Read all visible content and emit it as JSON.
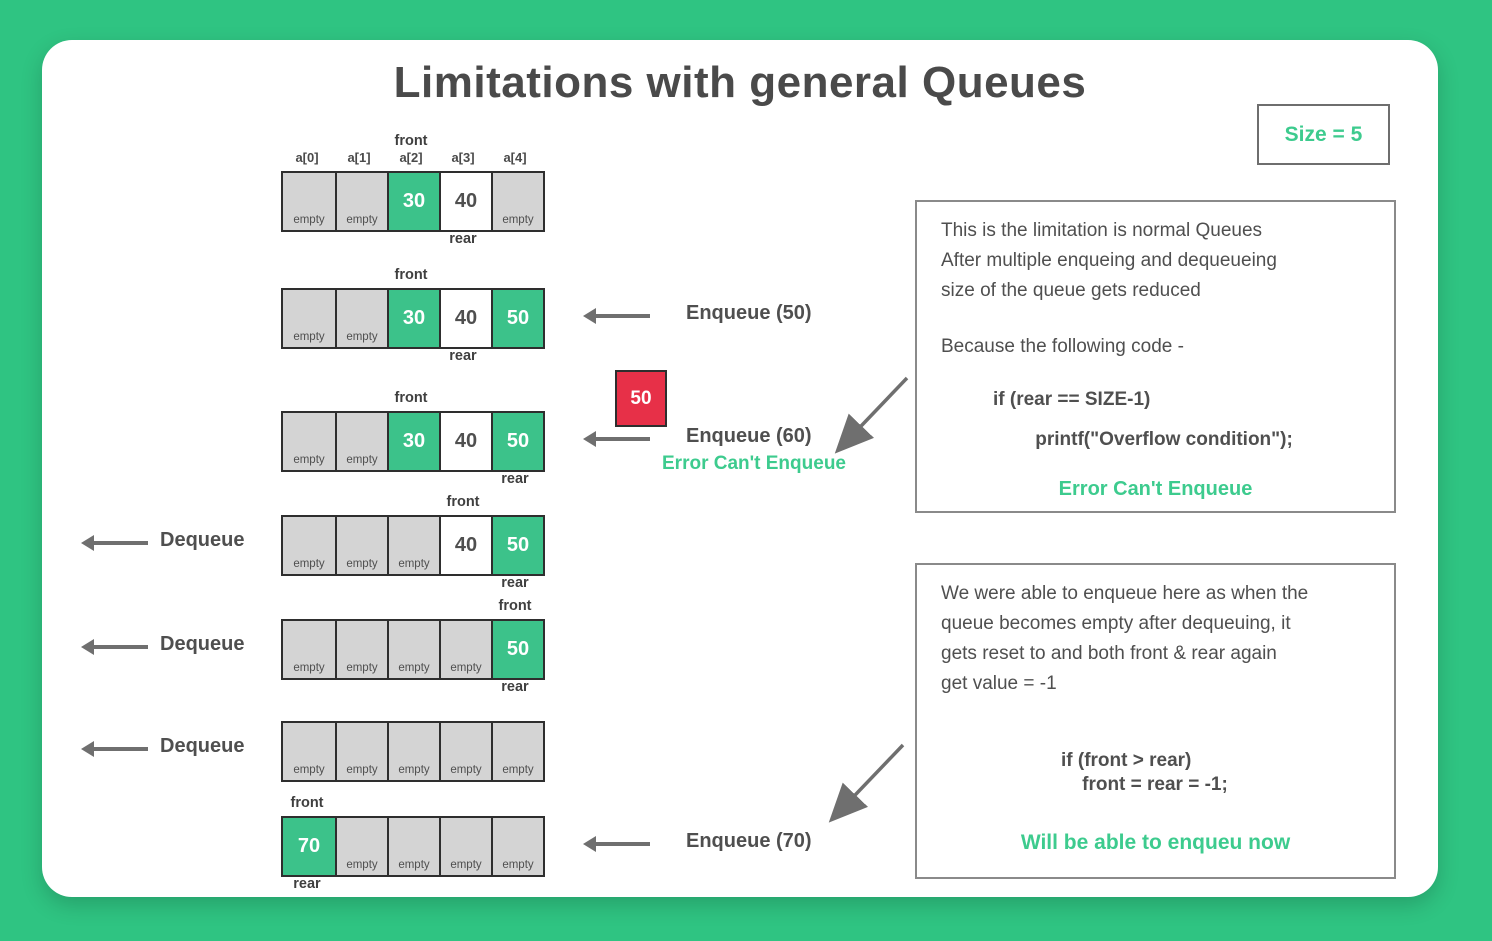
{
  "page": {
    "title": "Limitations with general Queues",
    "size_label": "Size = 5"
  },
  "colors": {
    "background_green": "#2FC482",
    "cell_green": "#3CC28A",
    "accent_green_text": "#3DCB8E",
    "red": "#E73048",
    "dark_text": "#4a4a4a",
    "arrow_gray": "#6f6f6f"
  },
  "labels": {
    "front": "front",
    "rear": "rear",
    "empty": "empty"
  },
  "index_labels": [
    "a[0]",
    "a[1]",
    "a[2]",
    "a[3]",
    "a[4]"
  ],
  "queues": [
    {
      "cells": [
        {
          "type": "empty"
        },
        {
          "type": "empty"
        },
        {
          "type": "green",
          "value": "30"
        },
        {
          "type": "white",
          "value": "40"
        },
        {
          "type": "empty"
        }
      ],
      "front_index": 2,
      "rear_index": 3,
      "show_index_labels": true,
      "action": null
    },
    {
      "cells": [
        {
          "type": "empty"
        },
        {
          "type": "empty"
        },
        {
          "type": "green",
          "value": "30"
        },
        {
          "type": "white",
          "value": "40"
        },
        {
          "type": "green",
          "value": "50"
        }
      ],
      "front_index": 2,
      "rear_index": 3,
      "action": {
        "side": "right",
        "label": "Enqueue (50)"
      }
    },
    {
      "cells": [
        {
          "type": "empty"
        },
        {
          "type": "empty"
        },
        {
          "type": "green",
          "value": "30"
        },
        {
          "type": "white",
          "value": "40"
        },
        {
          "type": "green",
          "value": "50"
        }
      ],
      "front_index": 2,
      "rear_index": 4,
      "action": {
        "side": "right",
        "label": "Enqueue (60)",
        "error": "Error Can't Enqueue",
        "incoming_value": "50"
      }
    },
    {
      "cells": [
        {
          "type": "empty"
        },
        {
          "type": "empty"
        },
        {
          "type": "empty"
        },
        {
          "type": "white",
          "value": "40"
        },
        {
          "type": "green",
          "value": "50"
        }
      ],
      "front_index": 3,
      "rear_index": 4,
      "action": {
        "side": "left",
        "label": "Dequeue"
      }
    },
    {
      "cells": [
        {
          "type": "empty"
        },
        {
          "type": "empty"
        },
        {
          "type": "empty"
        },
        {
          "type": "empty"
        },
        {
          "type": "green",
          "value": "50"
        }
      ],
      "front_index": 4,
      "rear_index": 4,
      "action": {
        "side": "left",
        "label": "Dequeue"
      }
    },
    {
      "cells": [
        {
          "type": "empty"
        },
        {
          "type": "empty"
        },
        {
          "type": "empty"
        },
        {
          "type": "empty"
        },
        {
          "type": "empty"
        }
      ],
      "front_index": null,
      "rear_index": null,
      "action": {
        "side": "left",
        "label": "Dequeue"
      }
    },
    {
      "cells": [
        {
          "type": "green",
          "value": "70"
        },
        {
          "type": "empty"
        },
        {
          "type": "empty"
        },
        {
          "type": "empty"
        },
        {
          "type": "empty"
        }
      ],
      "front_index": 0,
      "rear_index": 0,
      "action": {
        "side": "right",
        "label": "Enqueue (70)"
      }
    }
  ],
  "notes": [
    {
      "paragraph": "This is the limitation is normal Queues\nAfter multiple enqueing and dequeueing\nsize of the queue gets reduced",
      "lead": "Because the following code -",
      "code": "if (rear == SIZE-1)\n        printf(\"Overflow condition\");",
      "highlight": "Error Can't Enqueue"
    },
    {
      "paragraph": "We were able to enqueue here as when the\nqueue becomes empty after dequeuing, it\ngets reset to and both front & rear again\nget value = -1",
      "code": "if (front > rear)\n    front = rear = -1;",
      "highlight": "Will be able to enqueu now"
    }
  ]
}
